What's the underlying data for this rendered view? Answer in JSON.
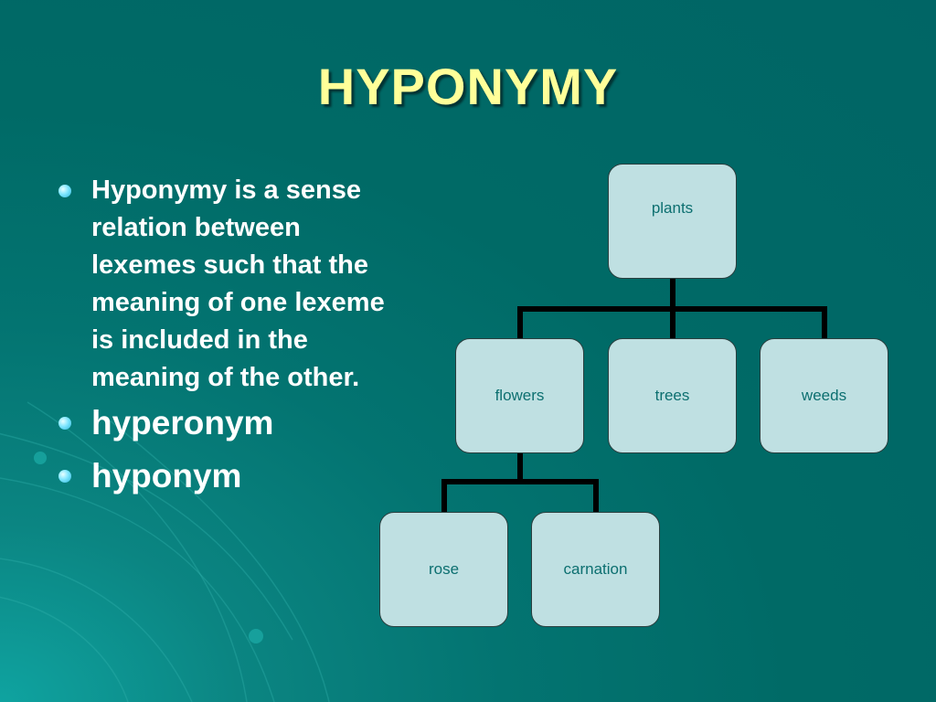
{
  "slide": {
    "title": "HYPONYMY",
    "bullets": [
      {
        "text": "Hyponymy is a sense relation between lexemes such that the meaning of one lexeme is included in the meaning of the other."
      },
      {
        "text": "hyperonym"
      },
      {
        "text": "hyponym"
      }
    ]
  },
  "diagram": {
    "root": "plants",
    "level2": [
      "flowers",
      "trees",
      "weeds"
    ],
    "level3": [
      "rose",
      "carnation"
    ]
  },
  "colors": {
    "background": "#006666",
    "title": "#ffff99",
    "node_fill": "#bfe0e2",
    "node_text": "#0c6f70",
    "connector": "#000000",
    "bullet": "#7fe6ff"
  }
}
